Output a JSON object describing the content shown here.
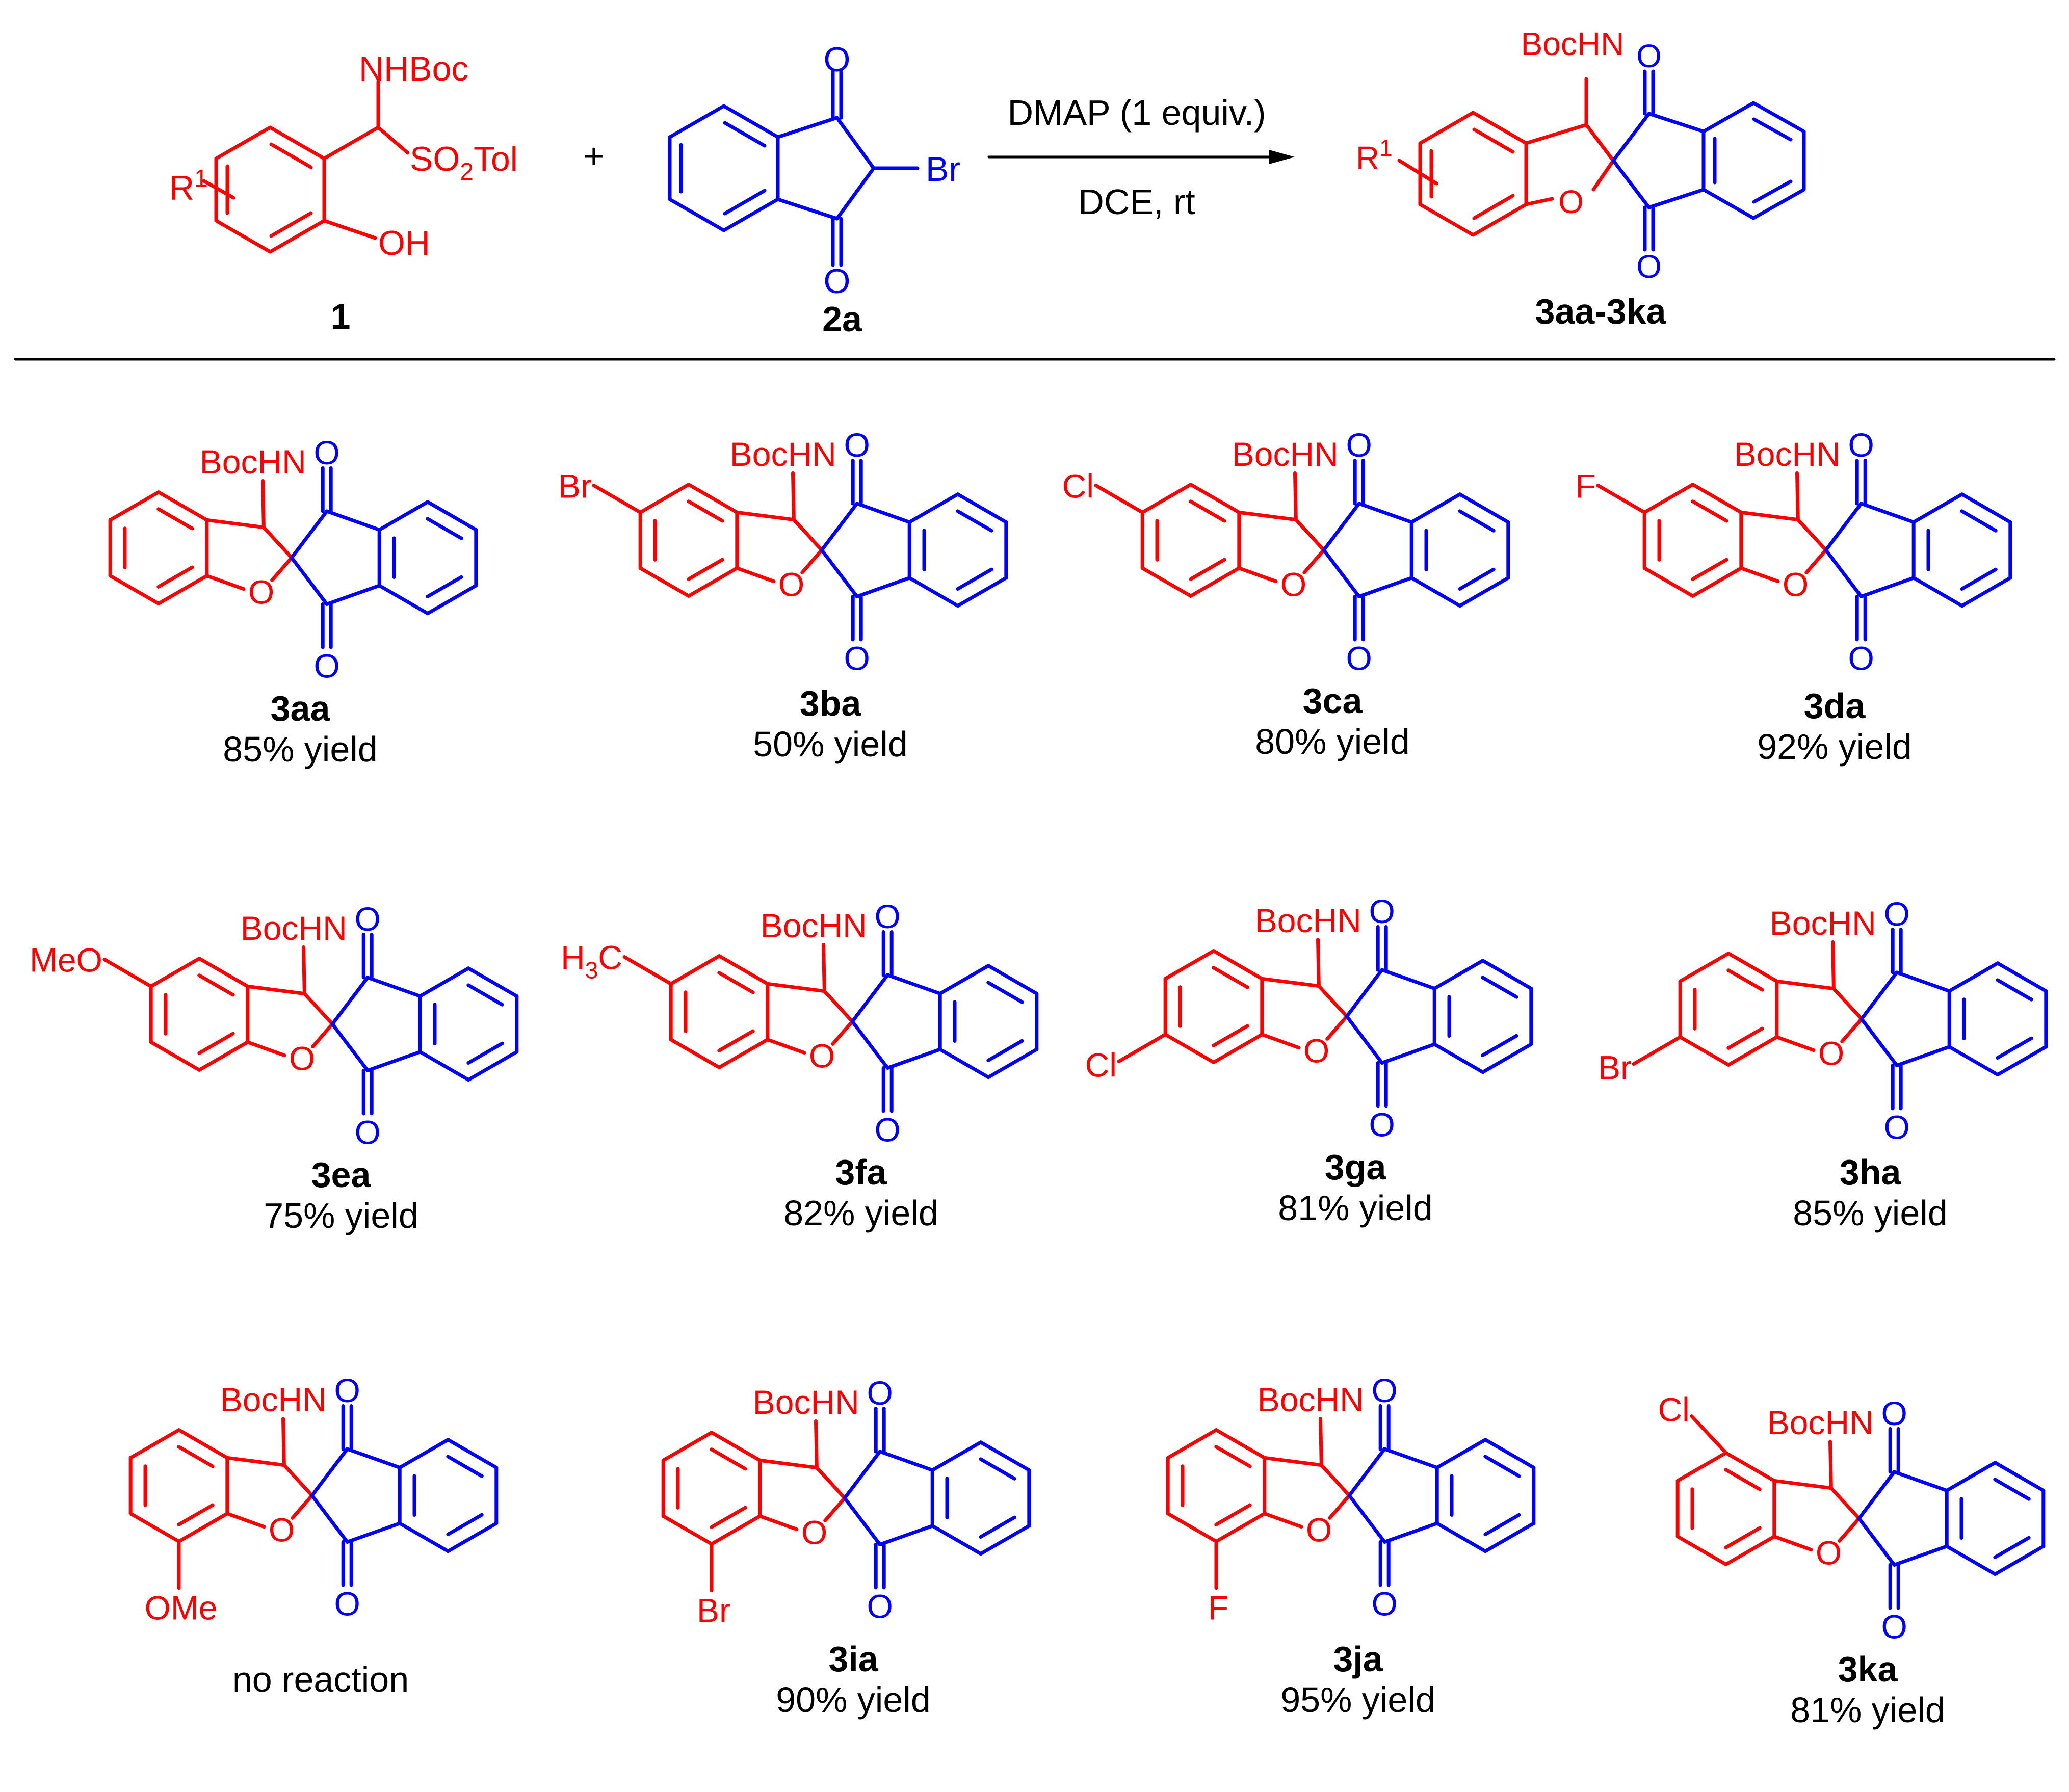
{
  "colors": {
    "red": "#ff0000",
    "blue": "#0000ff",
    "black": "#000000"
  },
  "scheme": {
    "reactant1": {
      "id": "1",
      "groups": [
        "NHBoc",
        "SO",
        "2",
        "Tol",
        "R",
        "1",
        "OH"
      ]
    },
    "plus": "+",
    "reactant2": {
      "id": "2a",
      "groups": [
        "O",
        "O",
        "Br"
      ]
    },
    "conditions": {
      "above": "DMAP (1 equiv.)",
      "below": "DCE, rt"
    },
    "product": {
      "id": "3aa-3ka",
      "groups": [
        "BocHN",
        "O",
        "O",
        "O",
        "R",
        "1"
      ]
    }
  },
  "common_labels": {
    "amine": "BocHN",
    "oxygen": "O"
  },
  "products": [
    {
      "id": "3aa",
      "yield": "85% yield",
      "sub": null
    },
    {
      "id": "3ba",
      "yield": "50% yield",
      "sub": "Br"
    },
    {
      "id": "3ca",
      "yield": "80% yield",
      "sub": "Cl"
    },
    {
      "id": "3da",
      "yield": "92% yield",
      "sub": "F"
    },
    {
      "id": "3ea",
      "yield": "75% yield",
      "sub": "MeO"
    },
    {
      "id": "3fa",
      "yield": "82% yield",
      "sub": "H3C",
      "sub_text": [
        "H",
        "3",
        "C"
      ]
    },
    {
      "id": "3ga",
      "yield": "81% yield",
      "sub": "Cl"
    },
    {
      "id": "3ha",
      "yield": "85% yield",
      "sub": "Br"
    },
    {
      "id": "",
      "yield": "no reaction",
      "sub": "OMe"
    },
    {
      "id": "3ia",
      "yield": "90% yield",
      "sub": "Br"
    },
    {
      "id": "3ja",
      "yield": "95% yield",
      "sub": "F"
    },
    {
      "id": "3ka",
      "yield": "81% yield",
      "sub": "Cl"
    }
  ]
}
